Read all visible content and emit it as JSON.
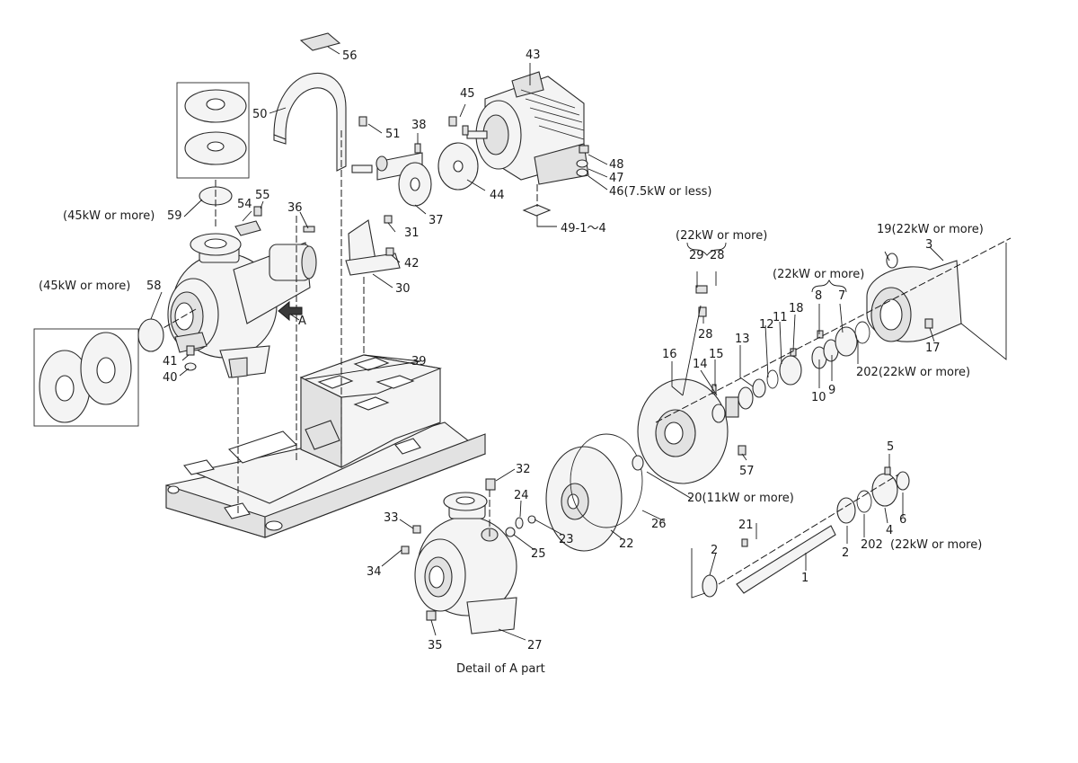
{
  "labels": {
    "p1": "1",
    "p2a": "2",
    "p2b": "2",
    "p3": "3",
    "p4": "4",
    "p5": "5",
    "p6": "6",
    "p7": "7",
    "p8": "8",
    "p9": "9",
    "p10": "10",
    "p11": "11",
    "p12": "12",
    "p13": "13",
    "p14": "14",
    "p15": "15",
    "p16": "16",
    "p17": "17",
    "p18": "18",
    "p19": "19(22kW or more)",
    "p20": "20(11kW or more)",
    "p21": "21",
    "p22": "22",
    "p23": "23",
    "p24": "24",
    "p25": "25",
    "p26": "26",
    "p27": "27",
    "p28a": "28",
    "p28b": "28",
    "p29": "29",
    "p30": "30",
    "p31": "31",
    "p32": "32",
    "p33": "33",
    "p34": "34",
    "p35": "35",
    "p36": "36",
    "p37": "37",
    "p38": "38",
    "p39": "39",
    "p40": "40",
    "p41": "41",
    "p42": "42",
    "p43": "43",
    "p44": "44",
    "p45": "45",
    "p46": "46(7.5kW or less)",
    "p47": "47",
    "p48": "48",
    "p49": "49-1～4",
    "p50": "50",
    "p51": "51",
    "p54": "54",
    "p55": "55",
    "p56": "56",
    "p57": "57",
    "p58": "58",
    "p59": "59",
    "p202a": "202(22kW or more)",
    "p202b": "202",
    "arrowA": "A"
  },
  "notes": {
    "kw45_upper": "(45kW or more)",
    "kw45_lower": "(45kW or more)",
    "kw22_group_top": "(22kW or more)",
    "kw22_group_mid": "(22kW or more)",
    "kw22_bottom": "(22kW or more)"
  },
  "caption": "Detail of A part"
}
